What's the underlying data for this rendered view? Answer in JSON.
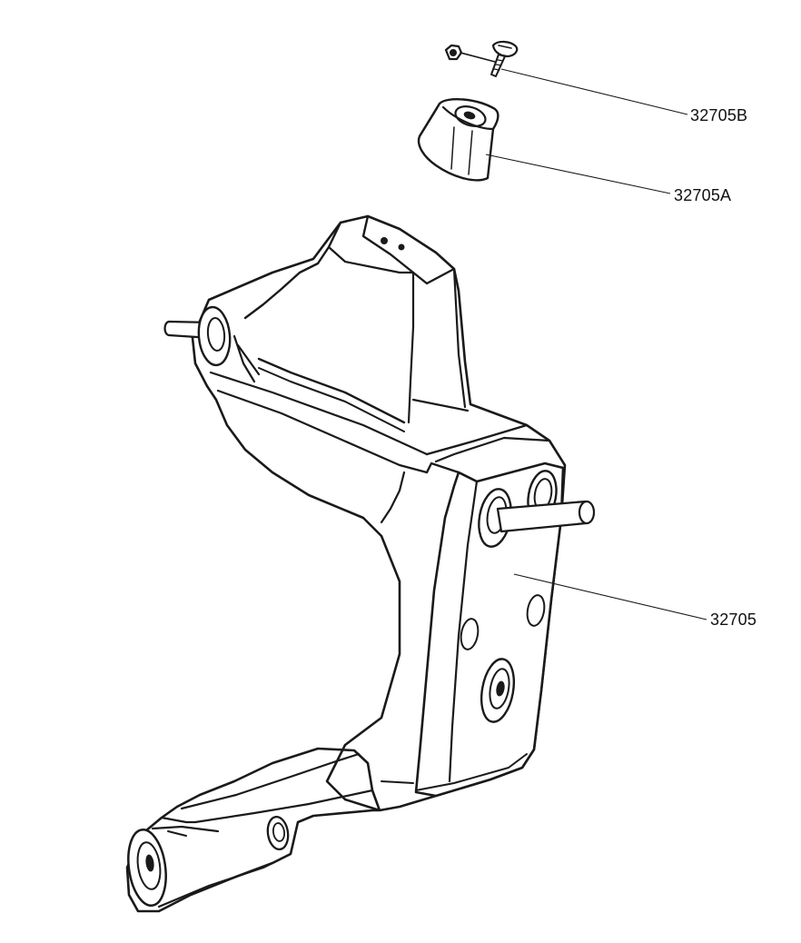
{
  "labels": {
    "screw_and_nut": "32705B",
    "rubber_bumper": "32705A",
    "pedal_bracket": "32705"
  }
}
